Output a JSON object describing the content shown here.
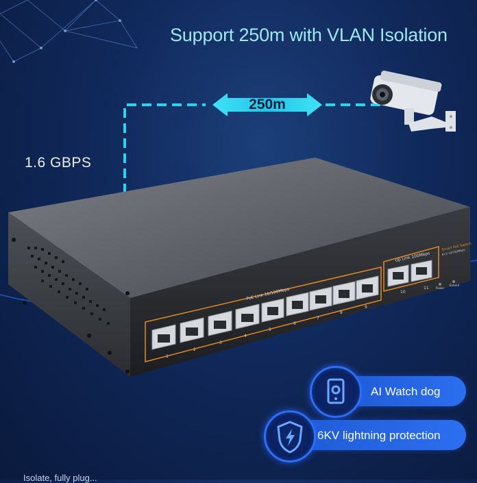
{
  "headline": "Support 250m with VLAN Isolation",
  "speed_label": "1.6 GBPS",
  "distance_label": "250m",
  "device": {
    "poe_label": "PoE Link  10/100Mbps",
    "uplink_label": "Up Link 100Mbps",
    "brand_label": "Smart PoE Switch",
    "spec_label": "8+2 10/100Mbps",
    "power_label": "Power",
    "extend_label": "Extend",
    "ports": [
      "1",
      "2",
      "3",
      "4",
      "5",
      "6",
      "7",
      "8",
      "9",
      "10",
      "11"
    ]
  },
  "features": [
    {
      "label": "AI Watch dog",
      "icon": "watchdog-icon"
    },
    {
      "label": "6KV lightning protection",
      "icon": "lightning-shield-icon"
    }
  ],
  "caption": "Isolate, fully plug..."
}
